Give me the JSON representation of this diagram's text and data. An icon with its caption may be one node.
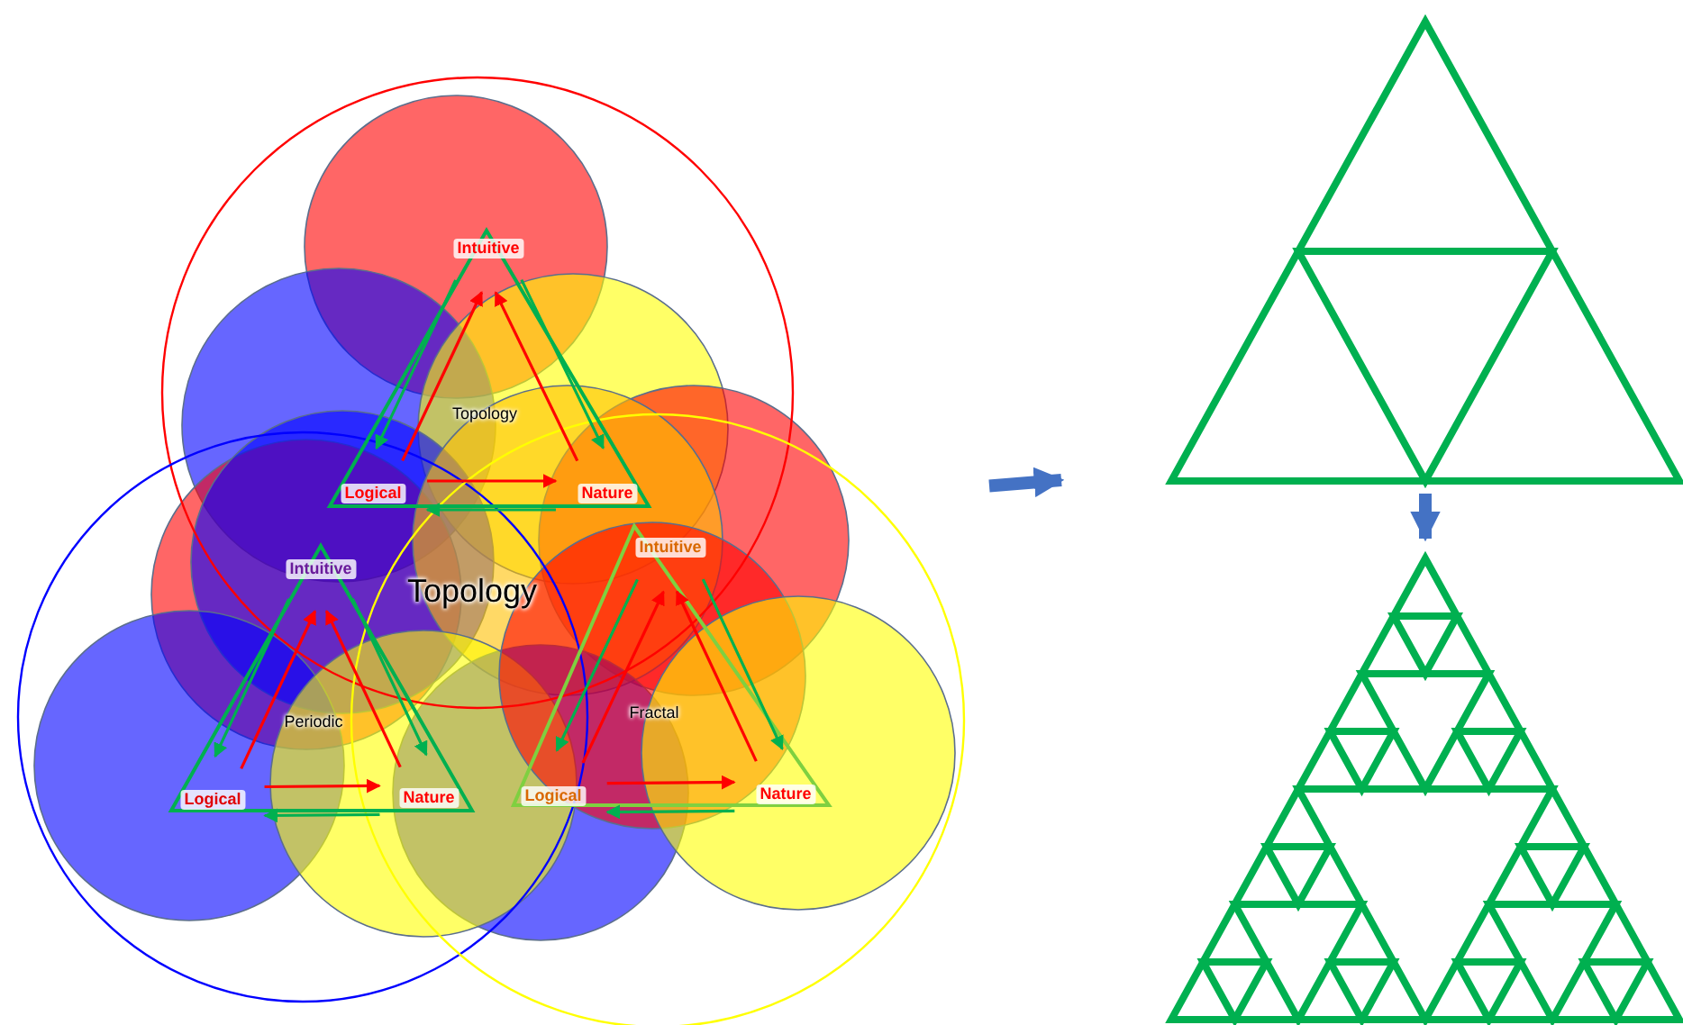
{
  "diagram": {
    "nodes": [
      {
        "text": [],
        "shape": "picture"
      },
      {
        "text": [
          "Intuitive"
        ],
        "in": 0
      },
      {
        "text": [
          "Logical"
        ],
        "in": 0
      },
      {
        "text": [
          "Nature"
        ],
        "in": 0
      },
      {
        "text": [
          "Intuitive"
        ],
        "in": 0
      },
      {
        "text": [
          "Logical"
        ],
        "in": 0
      },
      {
        "text": [
          "Nature"
        ],
        "in": 0
      },
      {
        "text": [
          "Intuitive"
        ],
        "in": 0
      },
      {
        "text": [
          "Logical"
        ],
        "in": 0
      },
      {
        "text": [
          "Nature"
        ],
        "in": 0
      },
      {
        "text": [],
        "shape": "triangle"
      },
      {
        "text": [],
        "shape": "triangle"
      }
    ],
    "edges": [
      {
        "from": 2,
        "to": 1,
        "arrow": "to"
      },
      {
        "from": 1,
        "to": 2,
        "arrow": "to",
        "color": "#00b050"
      },
      {
        "from": 3,
        "to": 1,
        "arrow": "to"
      },
      {
        "from": 1,
        "to": 3,
        "arrow": "to",
        "color": "#00b050"
      },
      {
        "from": 2,
        "to": 3,
        "arrow": "to"
      },
      {
        "from": 3,
        "to": 2,
        "arrow": "to",
        "color": "#00b050"
      },
      {
        "from": 5,
        "to": 4,
        "arrow": "to"
      },
      {
        "from": 4,
        "to": 5,
        "arrow": "to",
        "color": "#00b050"
      },
      {
        "from": 6,
        "to": 4,
        "arrow": "to"
      },
      {
        "from": 4,
        "to": 6,
        "arrow": "to",
        "color": "#00b050"
      },
      {
        "from": 5,
        "to": 6,
        "arrow": "to"
      },
      {
        "from": 6,
        "to": 5,
        "arrow": "to",
        "color": "#00b050"
      },
      {
        "from": 8,
        "to": 7,
        "arrow": "to"
      },
      {
        "from": 7,
        "to": 8,
        "arrow": "to",
        "color": "#00b050"
      },
      {
        "from": 9,
        "to": 7,
        "arrow": "to"
      },
      {
        "from": 7,
        "to": 9,
        "arrow": "to",
        "color": "#00b050"
      },
      {
        "from": 8,
        "to": 9,
        "arrow": "to"
      },
      {
        "from": 9,
        "to": 8,
        "arrow": "to",
        "color": "#00b050"
      },
      {
        "from": 0,
        "to": 10,
        "arrow": "to",
        "style": "thick",
        "color": "#4472c4"
      },
      {
        "from": 10,
        "to": 11,
        "arrow": "to",
        "style": "thick",
        "color": "#4472c4"
      }
    ],
    "labels": [
      "Topology",
      "Topology",
      "Periodic",
      "Fractal"
    ]
  }
}
